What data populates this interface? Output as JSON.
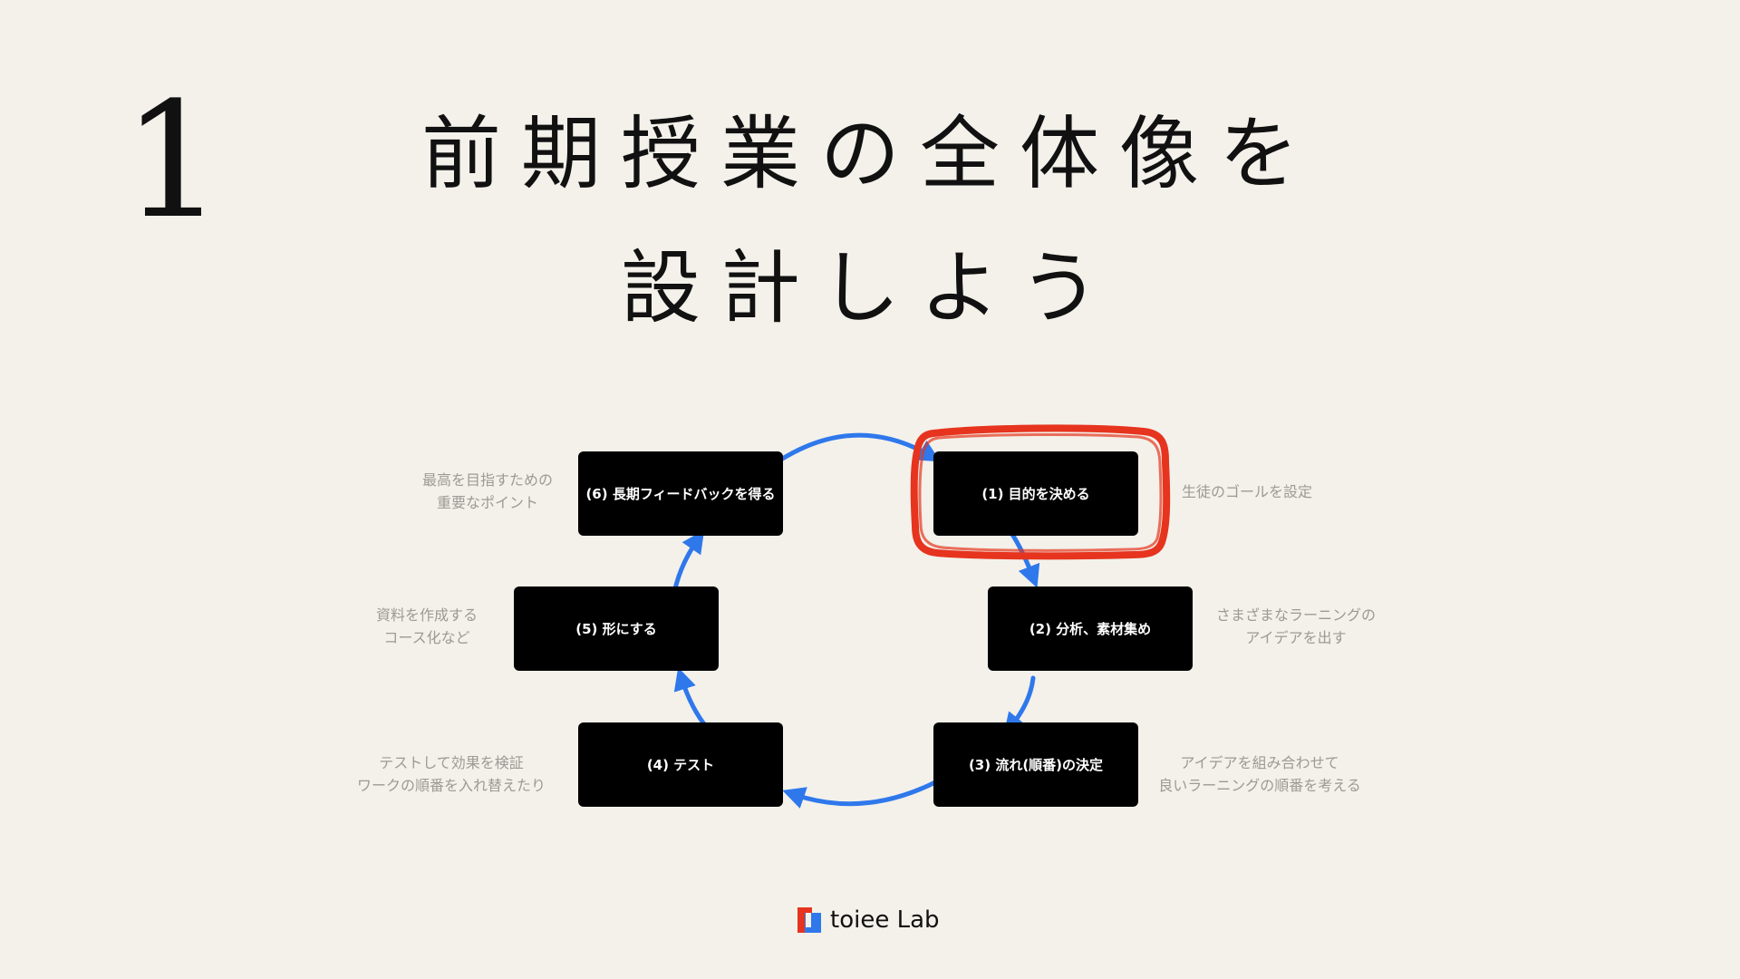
{
  "slide": {
    "number": "1",
    "title_line1": "前期授業の全体像を",
    "title_line2": "設計しよう"
  },
  "steps": [
    {
      "label": "(1) 目的を決める",
      "note": [
        "生徒のゴールを設定"
      ],
      "highlighted": true
    },
    {
      "label": "(2) 分析、素材集め",
      "note": [
        "さまざまなラーニングの",
        "アイデアを出す"
      ]
    },
    {
      "label": "(3) 流れ(順番)の決定",
      "note": [
        "アイデアを組み合わせて",
        "良いラーニングの順番を考える"
      ]
    },
    {
      "label": "(4) テスト",
      "note": [
        "テストして効果を検証",
        "ワークの順番を入れ替えたり"
      ]
    },
    {
      "label": "(5) 形にする",
      "note": [
        "資料を作成する",
        "コース化など"
      ]
    },
    {
      "label": "(6) 長期フィードバックを得る",
      "note": [
        "最高を目指すための",
        "重要なポイント"
      ]
    }
  ],
  "colors": {
    "background": "#f3f1ea",
    "node": "#000000",
    "arrow": "#2f78ec",
    "highlight": "#e6341e",
    "note": "#9c9a95"
  },
  "footer": {
    "logo_icon": "toiee-logo-icon",
    "logo_text": "toiee Lab"
  }
}
